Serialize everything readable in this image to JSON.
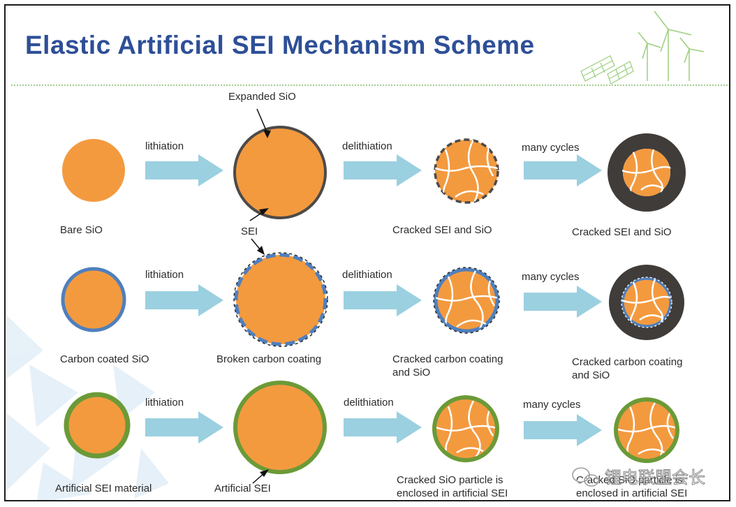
{
  "title": "Elastic Artificial SEI Mechanism Scheme",
  "colors": {
    "title": "#2e4f97",
    "sio": "#f39a3f",
    "arrow": "#9bd0e0",
    "sei_dark": "#4d4a48",
    "thick_sei": "#3f3c3a",
    "carbon": "#4f7fbd",
    "artificial_sei": "#6b9a37",
    "crack": "#ffffff"
  },
  "rows": [
    {
      "arrow_labels": [
        "lithiation",
        "delithiation",
        "many cycles"
      ],
      "stage_labels": [
        "Bare SiO",
        "",
        "Cracked SEI and SiO",
        "Cracked SEI and SiO"
      ],
      "callouts": [
        "Expanded SiO",
        "SEI"
      ]
    },
    {
      "arrow_labels": [
        "lithiation",
        "delithiation",
        "many cycles"
      ],
      "stage_labels": [
        "Carbon coated SiO",
        "Broken carbon coating",
        "Cracked carbon coating\nand SiO",
        "Cracked carbon coating\nand SiO"
      ]
    },
    {
      "arrow_labels": [
        "lithiation",
        "delithiation",
        "many cycles"
      ],
      "stage_labels": [
        "Artificial SEI material",
        "Artificial SEI",
        "Cracked SiO particle is\nenclosed in artificial SEI",
        "Cracked SiO particle is\nenclosed in artificial SEI"
      ]
    }
  ],
  "watermark": "锂电联盟会长",
  "icons": [
    "solar-panel-icon",
    "wind-turbine-icon",
    "wechat-icon"
  ]
}
